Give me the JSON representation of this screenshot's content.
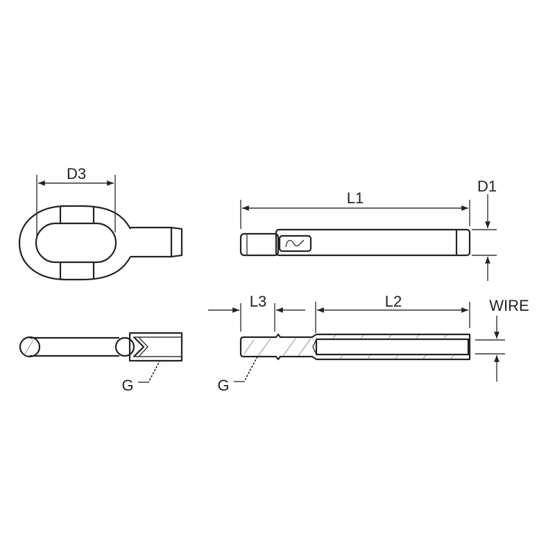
{
  "diagram": {
    "labels": {
      "d3": "D3",
      "l1": "L1",
      "d1": "D1",
      "l3": "L3",
      "l2": "L2",
      "wire": "WIRE",
      "g_left": "G",
      "g_right": "G"
    },
    "colors": {
      "line": "#222222",
      "hatch": "#8a8fb0",
      "background": "#ffffff"
    }
  }
}
